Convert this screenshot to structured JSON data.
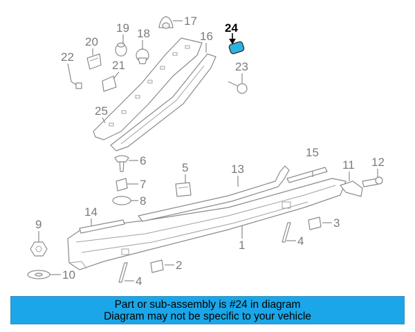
{
  "banner": {
    "line1": "Part or sub-assembly is #24 in diagram",
    "line2": "Diagram may not be specific to your vehicle",
    "background": "#1aa6e8"
  },
  "highlight_color": "#2bb3e0",
  "callouts": {
    "c1": "1",
    "c2": "2",
    "c3": "3",
    "c4a": "4",
    "c4b": "4",
    "c5": "5",
    "c6": "6",
    "c7": "7",
    "c8": "8",
    "c9": "9",
    "c10": "10",
    "c11": "11",
    "c12": "12",
    "c13": "13",
    "c14": "14",
    "c15": "15",
    "c16": "16",
    "c17": "17",
    "c18": "18",
    "c19": "19",
    "c20": "20",
    "c21": "21",
    "c22": "22",
    "c23": "23",
    "c24": "24",
    "c25": "25"
  }
}
